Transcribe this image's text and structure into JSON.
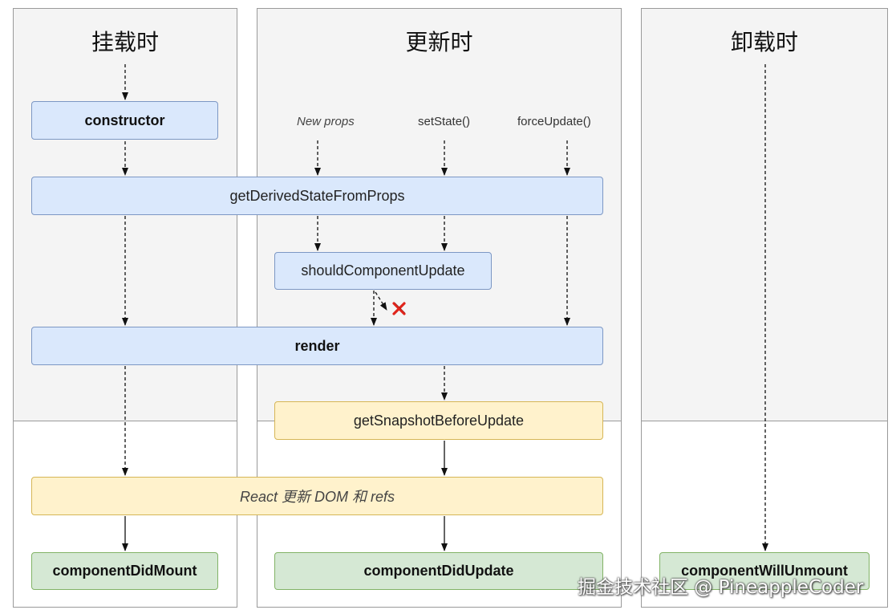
{
  "columns": {
    "mount": {
      "title": "挂载时"
    },
    "update": {
      "title": "更新时"
    },
    "unmount": {
      "title": "卸载时"
    }
  },
  "triggers": {
    "new_props": "New props",
    "set_state": "setState()",
    "force_update": "forceUpdate()"
  },
  "nodes": {
    "constructor": "constructor",
    "get_derived_state": "getDerivedStateFromProps",
    "should_update": "shouldComponentUpdate",
    "render": "render",
    "get_snapshot": "getSnapshotBeforeUpdate",
    "react_update_dom": "React 更新 DOM 和 refs",
    "did_mount": "componentDidMount",
    "did_update": "componentDidUpdate",
    "will_unmount": "componentWillUnmount"
  },
  "colors": {
    "blue_fill": "#dae8fc",
    "yellow_fill": "#fff2cc",
    "green_fill": "#d5e8d4",
    "cross_red": "#e0241b"
  },
  "watermark": "掘金技术社区 @ PineappleCoder"
}
